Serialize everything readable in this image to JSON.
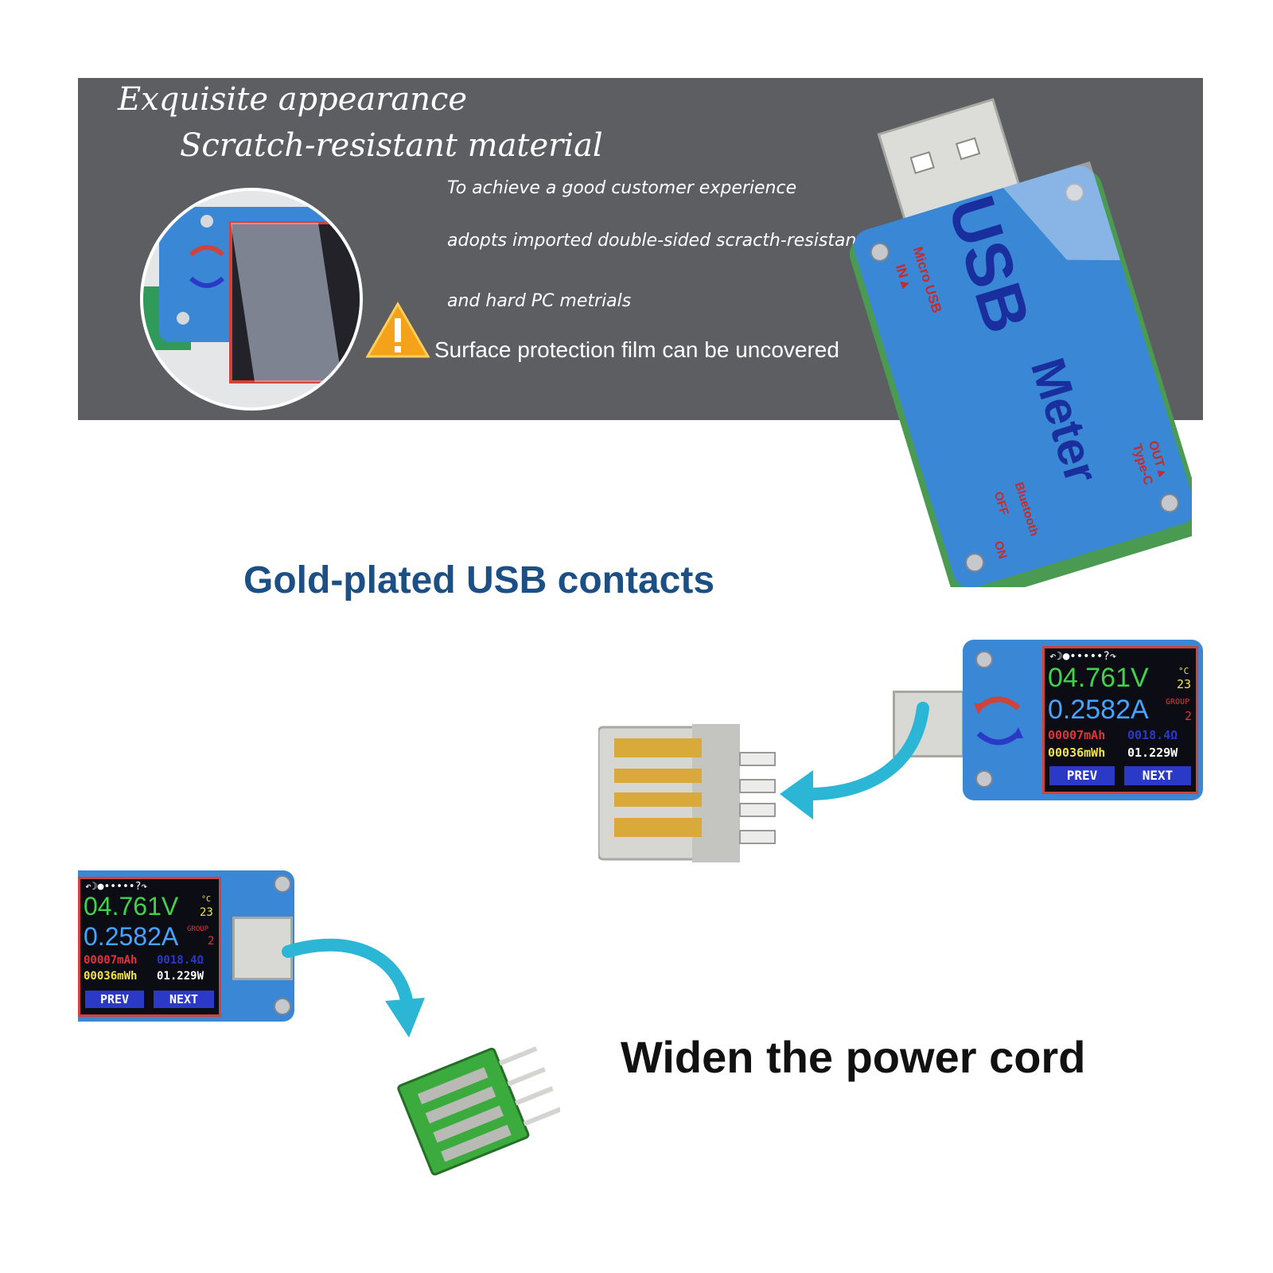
{
  "banner": {
    "title_line1": "Exquisite appearance",
    "title_line2": "Scratch-resistant material",
    "desc_line1": "To achieve a good customer experience",
    "desc_line2": "adopts imported double-sided scracth-resistant",
    "desc_line3": "and hard PC metrials",
    "film_note": "Surface protection film can be uncovered",
    "warning_icon": "warning-triangle-icon"
  },
  "device_label": {
    "usb": "USB",
    "meter": "Meter",
    "micro_usb": "Micro USB",
    "in": "IN▲",
    "out": "OUT▲",
    "type_c": "Type-C",
    "bluetooth": "Bluetooth",
    "off": "OFF",
    "on": "ON"
  },
  "headlines": {
    "gold": "Gold-plated USB contacts",
    "widen": "Widen the power cord"
  },
  "meter_screen": {
    "voltage": "04.761V",
    "current": "0.2582A",
    "temp_unit": "°C",
    "temp": "23",
    "group_label": "GROUP",
    "group": "2",
    "mah": "00007mAh",
    "ohm": "0018.4Ω",
    "mwh": "00036mWh",
    "watt": "01.229W",
    "prev": "PREV",
    "next": "NEXT",
    "top_icons": "↶☽●•••••?↷"
  },
  "colors": {
    "banner_bg": "#5d5e61",
    "meter_blue": "#3a87d6",
    "headline_blue": "#1c4f84",
    "arrow_cyan": "#2bb6d6",
    "voltage_green": "#3fd24a",
    "current_blue": "#46a3ff",
    "mah_red": "#e0343a",
    "mwh_yellow": "#f2e34a"
  }
}
